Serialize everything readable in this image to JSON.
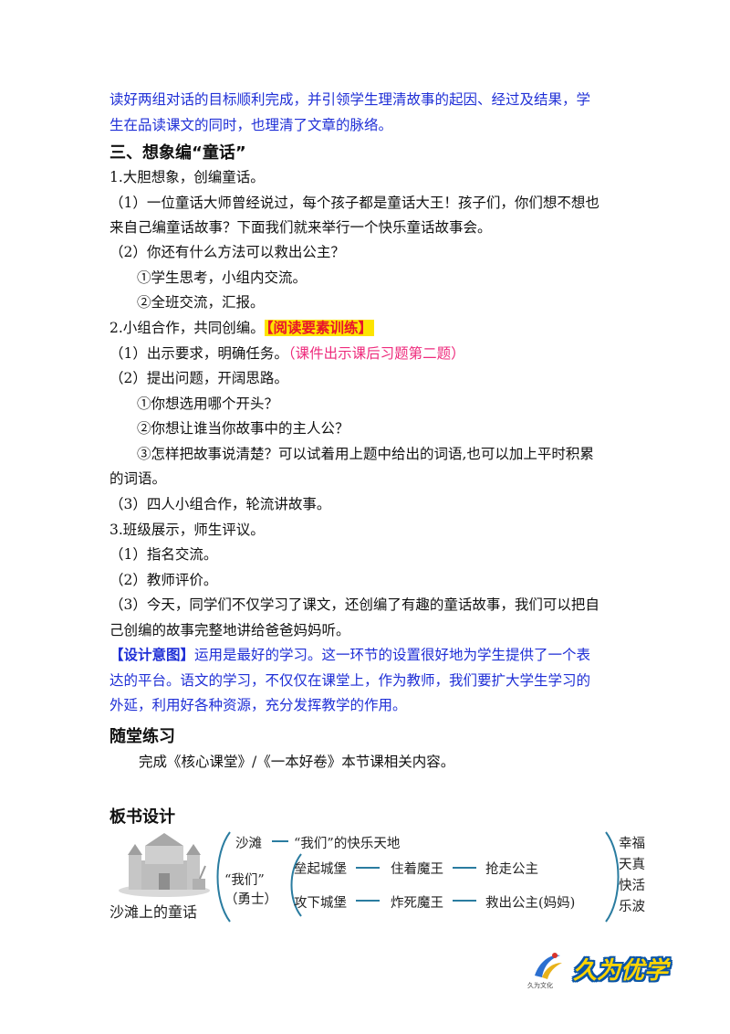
{
  "intro": {
    "line1": "读好两组对话的目标顺利完成，并引领学生理清故事的起因、经过及结果，学",
    "line2": "生在品读课文的同时，也理清了文章的脉络。"
  },
  "section3": {
    "title": "三、想象编“童话”",
    "item1": "1.大胆想象，创编童话。",
    "p1_line1": "（1）一位童话大师曾经说过，每个孩子都是童话大王！孩子们，你们想不想也",
    "p1_line2": "来自己编童话故事？下面我们就来举行一个快乐童话故事会。",
    "p2": "（2）你还有什么方法可以救出公主？",
    "p2_a": "①学生思考，小组内交流。",
    "p2_b": "②全班交流，汇报。",
    "item2": "2.小组合作，共同创编。",
    "item2_tag": "【阅读要素训练】",
    "q1": "（1）出示要求，明确任务。",
    "q1_note": "（课件出示课后习题第二题）",
    "q2": "（2）提出问题，开阔思路。",
    "q2_a": "①你想选用哪个开头？",
    "q2_b": "②你想让谁当你故事中的主人公？",
    "q2_c_line1": "③怎样把故事说清楚？可以试着用上题中给出的词语,也可以加上平时积累",
    "q2_c_line2": "的词语。",
    "q3": "（3）四人小组合作，轮流讲故事。",
    "item3": "3.班级展示，师生评议。",
    "r1": "（1）指名交流。",
    "r2": "（2）教师评价。",
    "r3_line1": "（3）今天，同学们不仅学习了课文，还创编了有趣的童话故事，我们可以把自",
    "r3_line2": "己创编的故事完整地讲给爸爸妈妈听。"
  },
  "design": {
    "tag": "【设计意图】",
    "line1": "运用是最好的学习。这一环节的设置很好地为学生提供了一个表",
    "line2": "达的平台。语文的学习，不仅仅在课堂上，作为教师，我们要扩大学生学习的",
    "line3": "外延，利用好各种资源，充分发挥教学的作用。"
  },
  "practice": {
    "title": "随堂练习",
    "text": "完成《核心课堂》/《一本好卷》本节课相关内容。"
  },
  "board": {
    "title": "板书设计",
    "lesson": "沙滩上的童话",
    "beach": "沙滩",
    "happy_land": "“我们”的快乐天地",
    "we": "“我们”",
    "warriors": "（勇士）",
    "row1": [
      "垒起城堡",
      "住着魔王",
      "抢走公主"
    ],
    "row2": [
      "攻下城堡",
      "炸死魔王",
      "救出公主(妈妈)"
    ],
    "right_cols": [
      "天真",
      "幸福",
      "快活",
      "乐波"
    ]
  },
  "logo": {
    "small": "久为文化",
    "big": "久为优学"
  }
}
